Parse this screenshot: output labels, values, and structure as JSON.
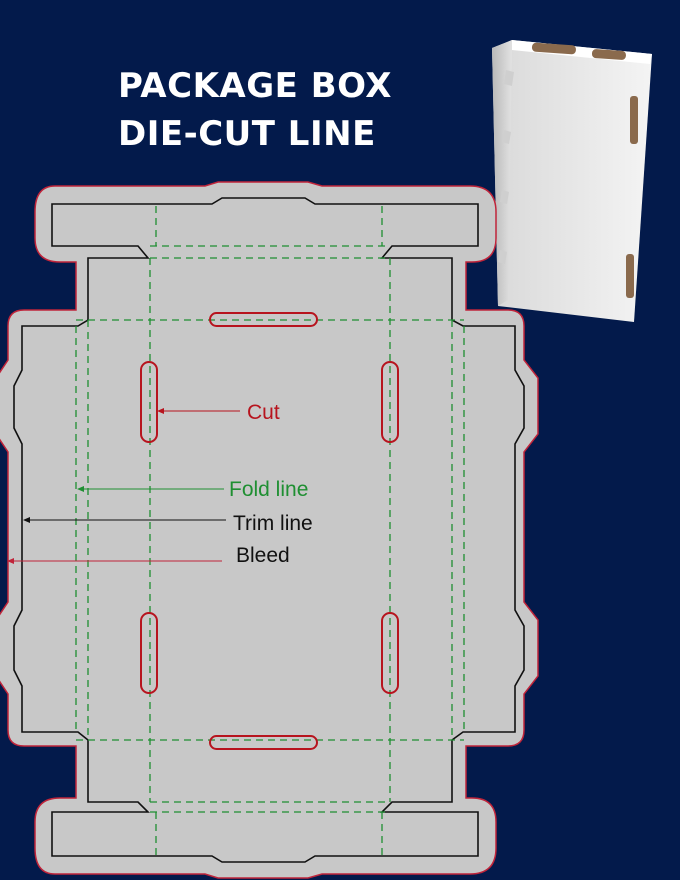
{
  "title": {
    "line1": "PACKAGE BOX",
    "line2": "DIE-CUT LINE"
  },
  "legend": {
    "cut": "Cut",
    "fold": "Fold line",
    "trim": "Trim line",
    "bleed": "Bleed"
  },
  "colors": {
    "background": "#031a4b",
    "bleed_fill": "#c8c8c8",
    "bleed_outline": "#c0243a",
    "trim_line": "#111111",
    "fold_line": "#1f8f32",
    "cut_line": "#b7141e",
    "cut_label": "#b7141e",
    "fold_label": "#1f8f32",
    "trim_label": "#111111",
    "bleed_label": "#111111",
    "tape": "#8a6a4d"
  }
}
